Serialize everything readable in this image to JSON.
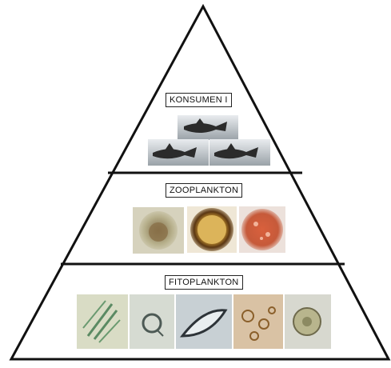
{
  "pyramid": {
    "levels": [
      {
        "label": "KONSUMEN I",
        "organism_images": [
          "fish-photo-top",
          "fish-photo-bottom-left",
          "fish-photo-bottom-right"
        ]
      },
      {
        "label": "ZOOPLANKTON",
        "organism_images": [
          "zooplankton-green-cell",
          "zooplankton-brown-cyst",
          "zooplankton-orange-cell"
        ]
      },
      {
        "label": "FITOPLANKTON",
        "organism_images": [
          "phytoplankton-needle-cluster",
          "phytoplankton-ring-cell",
          "phytoplankton-diatom",
          "phytoplankton-cell-cluster",
          "phytoplankton-round-cell"
        ]
      }
    ],
    "colors": {
      "outline": "#111111",
      "background": "#ffffff"
    }
  }
}
